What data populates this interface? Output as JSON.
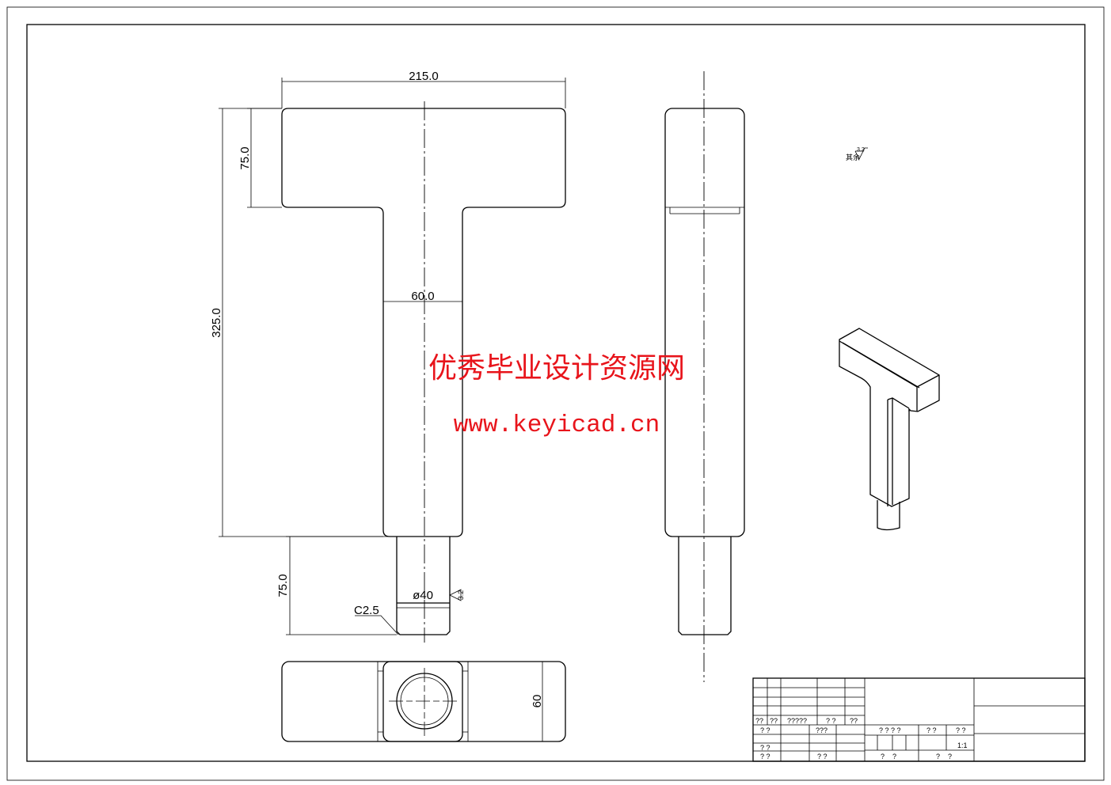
{
  "dimensions": {
    "width_total": "215.0",
    "head_height": "75.0",
    "body_height": "325.0",
    "stem_width": "60.0",
    "shaft_length": "75.0",
    "shaft_diameter": "ø40",
    "chamfer": "C2.5",
    "top_view_width": "60",
    "roughness_local": "3.2",
    "roughness_general": "3.2",
    "roughness_general_label": "其余"
  },
  "watermark": {
    "title": "优秀毕业设计资源网",
    "url": "www.keyicad.cn"
  },
  "title_block": {
    "r1": [
      "??",
      "??",
      "?????",
      "? ?",
      "??"
    ],
    "r2": [
      "? ?",
      "???",
      "? ? ? ?",
      "? ?",
      "? ?"
    ],
    "scale": "1:1",
    "r3": [
      "? ?"
    ],
    "r4": [
      "? ?",
      "? ?",
      "?    ?",
      "?    ?"
    ]
  },
  "colors": {
    "watermark": "#e8141b",
    "lines": "#000000"
  }
}
